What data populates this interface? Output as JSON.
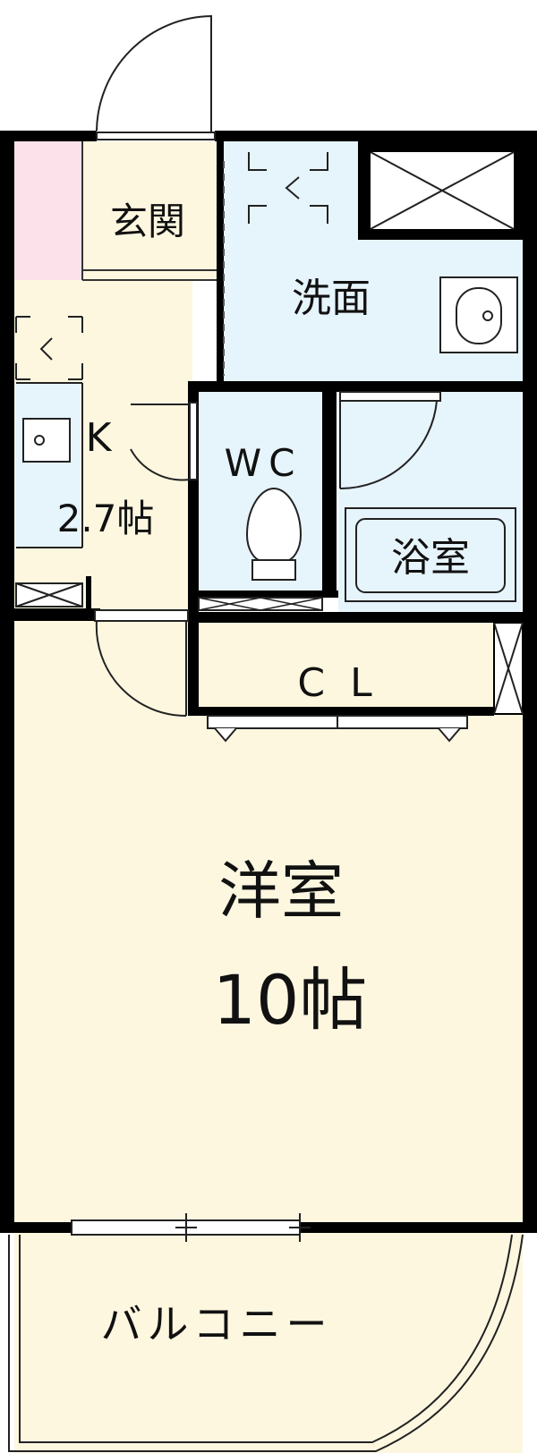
{
  "rooms": {
    "genkan": "玄関",
    "senmen": "洗面",
    "kitchen_k": "K",
    "kitchen_size": "2.7帖",
    "wc": "WC",
    "bath": "浴室",
    "closet": "CL",
    "western_room": "洋室",
    "western_size": "10帖",
    "balcony": "バルコニー"
  },
  "colors": {
    "wall": "#000000",
    "pink": "#fde1ea",
    "cream": "#fdf7e0",
    "blue": "#e6f4fc",
    "line": "#333333"
  }
}
